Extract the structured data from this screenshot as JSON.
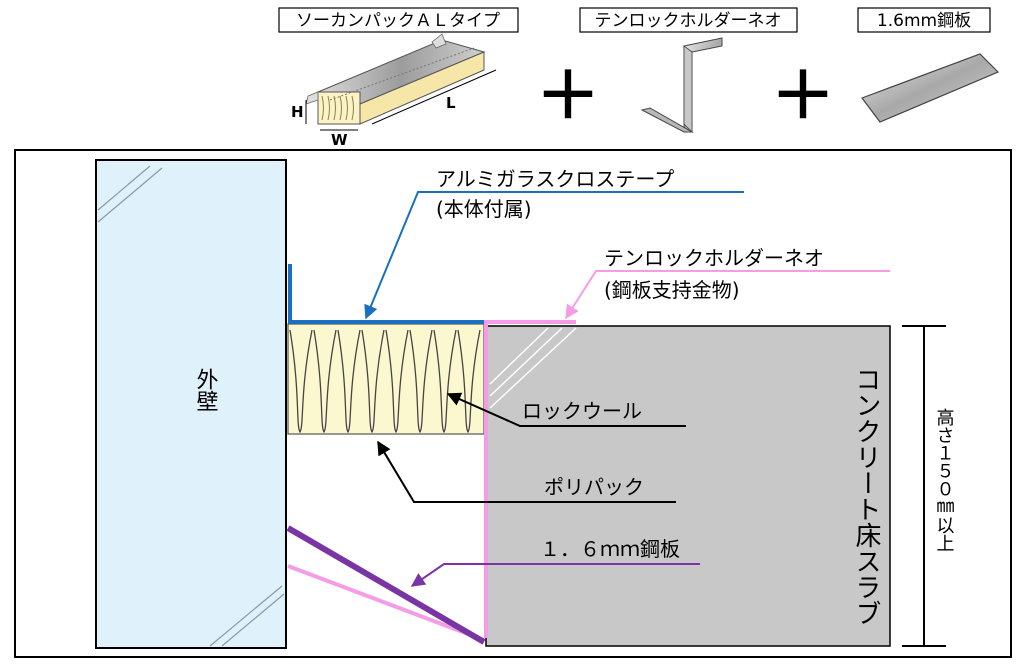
{
  "header": {
    "product_label": "ソーカンパックＡＬタイプ",
    "holder_label": "テンロックホルダーネオ",
    "plate_label": "1.6mm鋼板",
    "plus_symbol": "＋",
    "dim_h": "H",
    "dim_w": "W",
    "dim_l": "L"
  },
  "diagram": {
    "wall_label": "外壁",
    "tape_label": "アルミガラスクロステープ",
    "tape_sub": "(本体付属)",
    "holder_label": "テンロックホルダーネオ",
    "holder_sub": "(鋼板支持金物)",
    "rockwool_label": "ロックウール",
    "polypack_label": "ポリパック",
    "plate_label": "１．６ｍｍ鋼板",
    "slab_label": "コンクリート床スラブ",
    "height_label": "高さ１５０㎜以上"
  },
  "colors": {
    "wall_fill": "#dff1fb",
    "insulation_fill": "#fbf8cf",
    "slab_fill": "#c8c8c8",
    "tape_blue": "#1a6fc0",
    "holder_pink": "#f59ce6",
    "plate_purple": "#7a35a5"
  }
}
